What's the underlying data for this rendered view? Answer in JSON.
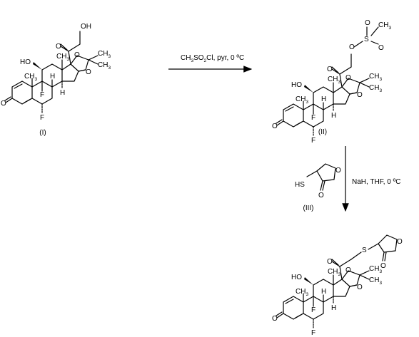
{
  "compounds": [
    {
      "id": "I",
      "label": "(I)"
    },
    {
      "id": "II",
      "label": "(II)"
    },
    {
      "id": "III",
      "label": "(III)"
    }
  ],
  "step1": {
    "reagent_main": "CH",
    "sub3": "3",
    "so": "SO",
    "sub2": "2",
    "rest": "Cl, pyr, 0 ",
    "degree": "ºC"
  },
  "step2": {
    "reagent": "NaH, THF, 0 ",
    "degree": "ºC"
  },
  "atoms": {
    "OH": "OH",
    "HO": "HO",
    "O": "O",
    "F": "F",
    "H": "H",
    "CH3": "CH",
    "sub3": "3",
    "S": "S",
    "HS": "HS"
  }
}
